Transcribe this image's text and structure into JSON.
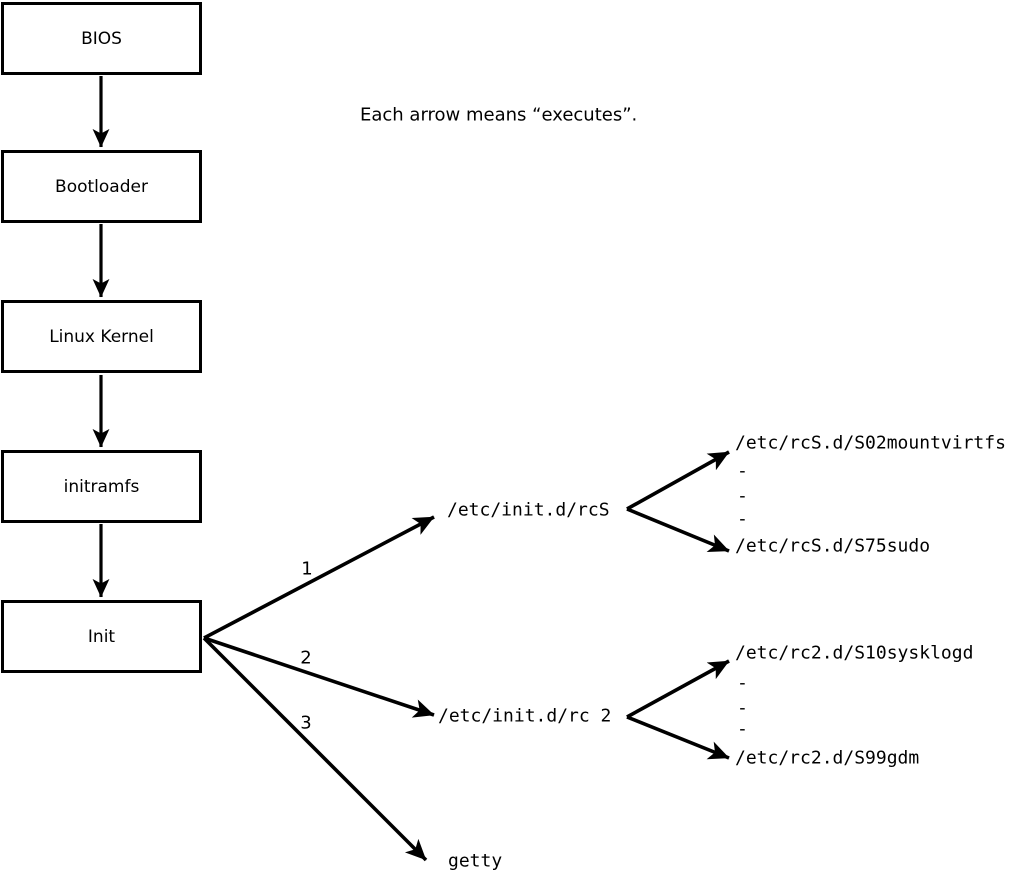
{
  "title_note": "Each arrow means “executes”.",
  "colors": {
    "line": "#000000",
    "background": "#ffffff"
  },
  "boot_chain": {
    "boxes": [
      {
        "label": "BIOS"
      },
      {
        "label": "Bootloader"
      },
      {
        "label": "Linux Kernel"
      },
      {
        "label": "initramfs"
      },
      {
        "label": "Init"
      }
    ]
  },
  "init_fan": {
    "arrows": [
      {
        "order": "1",
        "target": "/etc/init.d/rcS"
      },
      {
        "order": "2",
        "target": "/etc/init.d/rc 2"
      },
      {
        "order": "3",
        "target": "getty"
      }
    ]
  },
  "rcS_fan": {
    "children": [
      "/etc/rcS.d/S02mountvirtfs",
      "-",
      "-",
      "-",
      "/etc/rcS.d/S75sudo"
    ]
  },
  "rc2_fan": {
    "children": [
      "/etc/rc2.d/S10sysklogd",
      "-",
      "-",
      "-",
      "/etc/rc2.d/S99gdm"
    ]
  }
}
